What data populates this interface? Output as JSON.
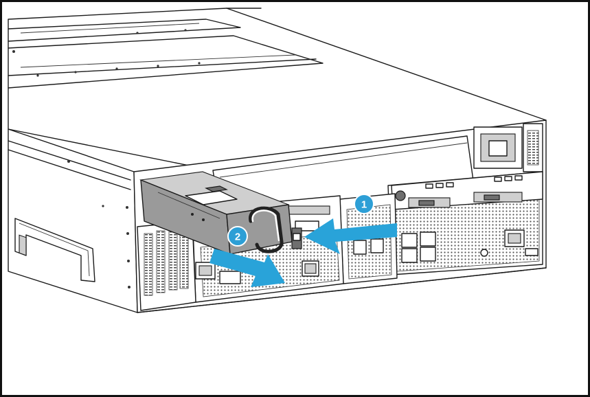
{
  "steps": [
    {
      "number": "1",
      "direction": "push-left",
      "color": "#29a3d9"
    },
    {
      "number": "2",
      "direction": "pull-out",
      "color": "#29a3d9"
    }
  ],
  "colors": {
    "arrow": "#29a3d9",
    "badge": "#2d9fd6",
    "line": "#1a1a1a",
    "psu_module": "#9a9a9a"
  }
}
